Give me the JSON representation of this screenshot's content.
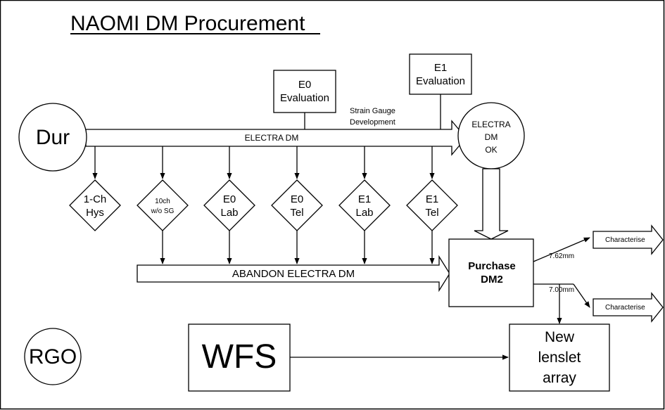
{
  "title": "NAOMI DM Procurement",
  "nodes": {
    "dur": "Dur",
    "rgo": "RGO",
    "e0_eval": [
      "E0",
      "Evaluation"
    ],
    "e1_eval": [
      "E1",
      "Evaluation"
    ],
    "electra_ok": [
      "ELECTRA",
      "DM",
      "OK"
    ],
    "purchase": [
      "Purchase",
      "DM2"
    ],
    "wfs": "WFS",
    "lenslet": [
      "New",
      "lenslet",
      "array"
    ],
    "characterise_1": "Characterise",
    "characterise_2": "Characterise"
  },
  "labels": {
    "strain_gauge": [
      "Strain Gauge",
      "Development"
    ],
    "electra_dm": "ELECTRA DM",
    "abandon": "ABANDON ELECTRA DM",
    "size_762": "7.62mm",
    "size_700": "7.00mm"
  },
  "tests": [
    [
      "1-Ch",
      "Hys"
    ],
    [
      "10ch",
      "w/o SG"
    ],
    [
      "E0",
      "Lab"
    ],
    [
      "E0",
      "Tel"
    ],
    [
      "E1",
      "Lab"
    ],
    [
      "E1",
      "Tel"
    ]
  ]
}
